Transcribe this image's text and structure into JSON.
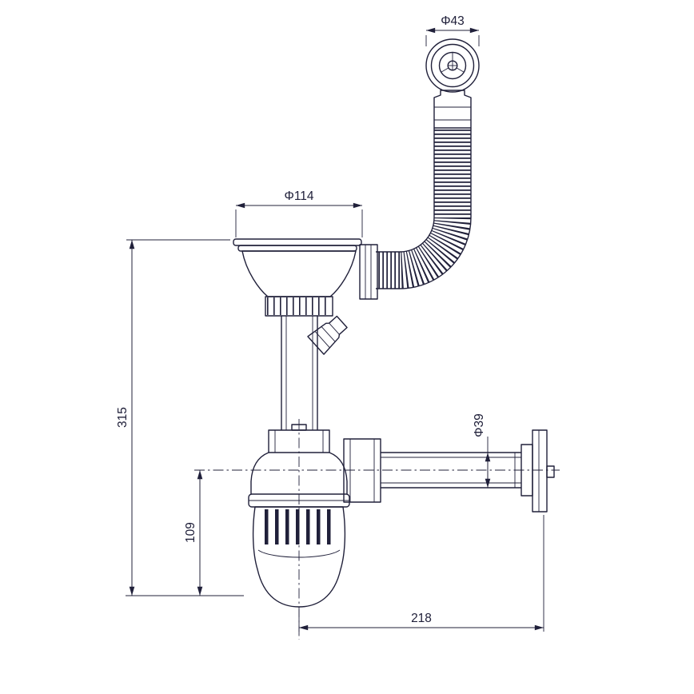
{
  "drawing": {
    "background": "#ffffff",
    "line_color": "#20203a",
    "dimensions": {
      "overflow_diameter": "Φ43",
      "strainer_diameter": "Φ114",
      "outlet_pipe_diameter": "Φ39",
      "overall_height": "315",
      "trap_depth": "109",
      "outlet_length": "218"
    }
  }
}
